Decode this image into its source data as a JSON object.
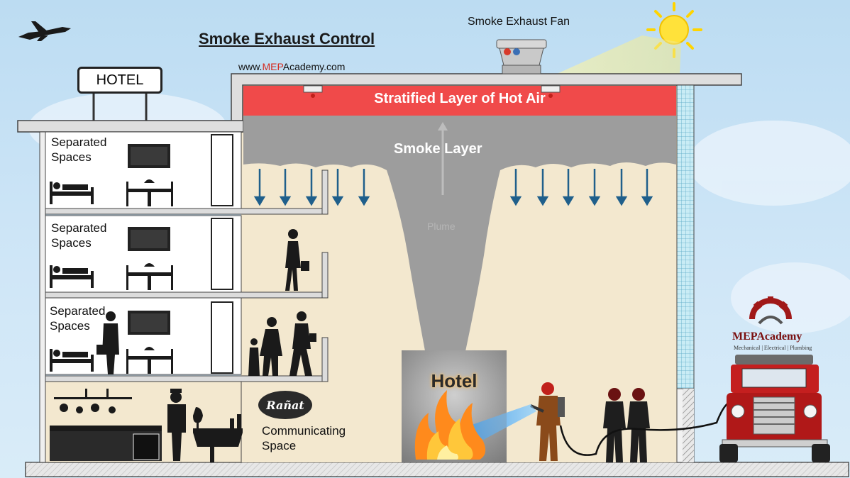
{
  "header": {
    "title": "Smoke Exhaust Control",
    "url_prefix": "www.",
    "url_brand": "MEP",
    "url_suffix": "Academy.com"
  },
  "roof": {
    "fan_label": "Smoke Exhaust Fan",
    "hotel_sign": "HOTEL"
  },
  "atrium": {
    "stratified_label": "Stratified Layer of Hot Air",
    "smoke_label": "Smoke Layer",
    "plume_label": "Plume"
  },
  "rooms": [
    {
      "label": "Separated Spaces"
    },
    {
      "label": "Separated Spaces"
    },
    {
      "label": "Separated Spaces"
    }
  ],
  "ground": {
    "restaurant_logo": "Rañat",
    "communicating_label": "Communicating Space",
    "fire_sign_text": "Hotel"
  },
  "brand": {
    "name_prefix": "MEP",
    "name_suffix": "Academy",
    "tagline": "Mechanical | Electrical | Plumbing"
  },
  "colors": {
    "stratified": "#f04a4a",
    "smoke": "#9d9d9d",
    "atrium_bg": "#f3e8cf",
    "sky": "#cfe6f7",
    "arrow": "#1f5f8b",
    "slab": "#d8d8d8",
    "glass": "#bfe3ee"
  },
  "icons": [
    "airplane-icon",
    "sun-icon",
    "exhaust-fan-icon",
    "smoke-detector-icon",
    "down-arrow-icon",
    "bed-icon",
    "tv-icon",
    "dining-table-icon",
    "fridge-icon",
    "person-icon",
    "chef-icon",
    "fire-icon",
    "firefighter-icon",
    "fire-truck-icon",
    "gear-logo-icon"
  ]
}
